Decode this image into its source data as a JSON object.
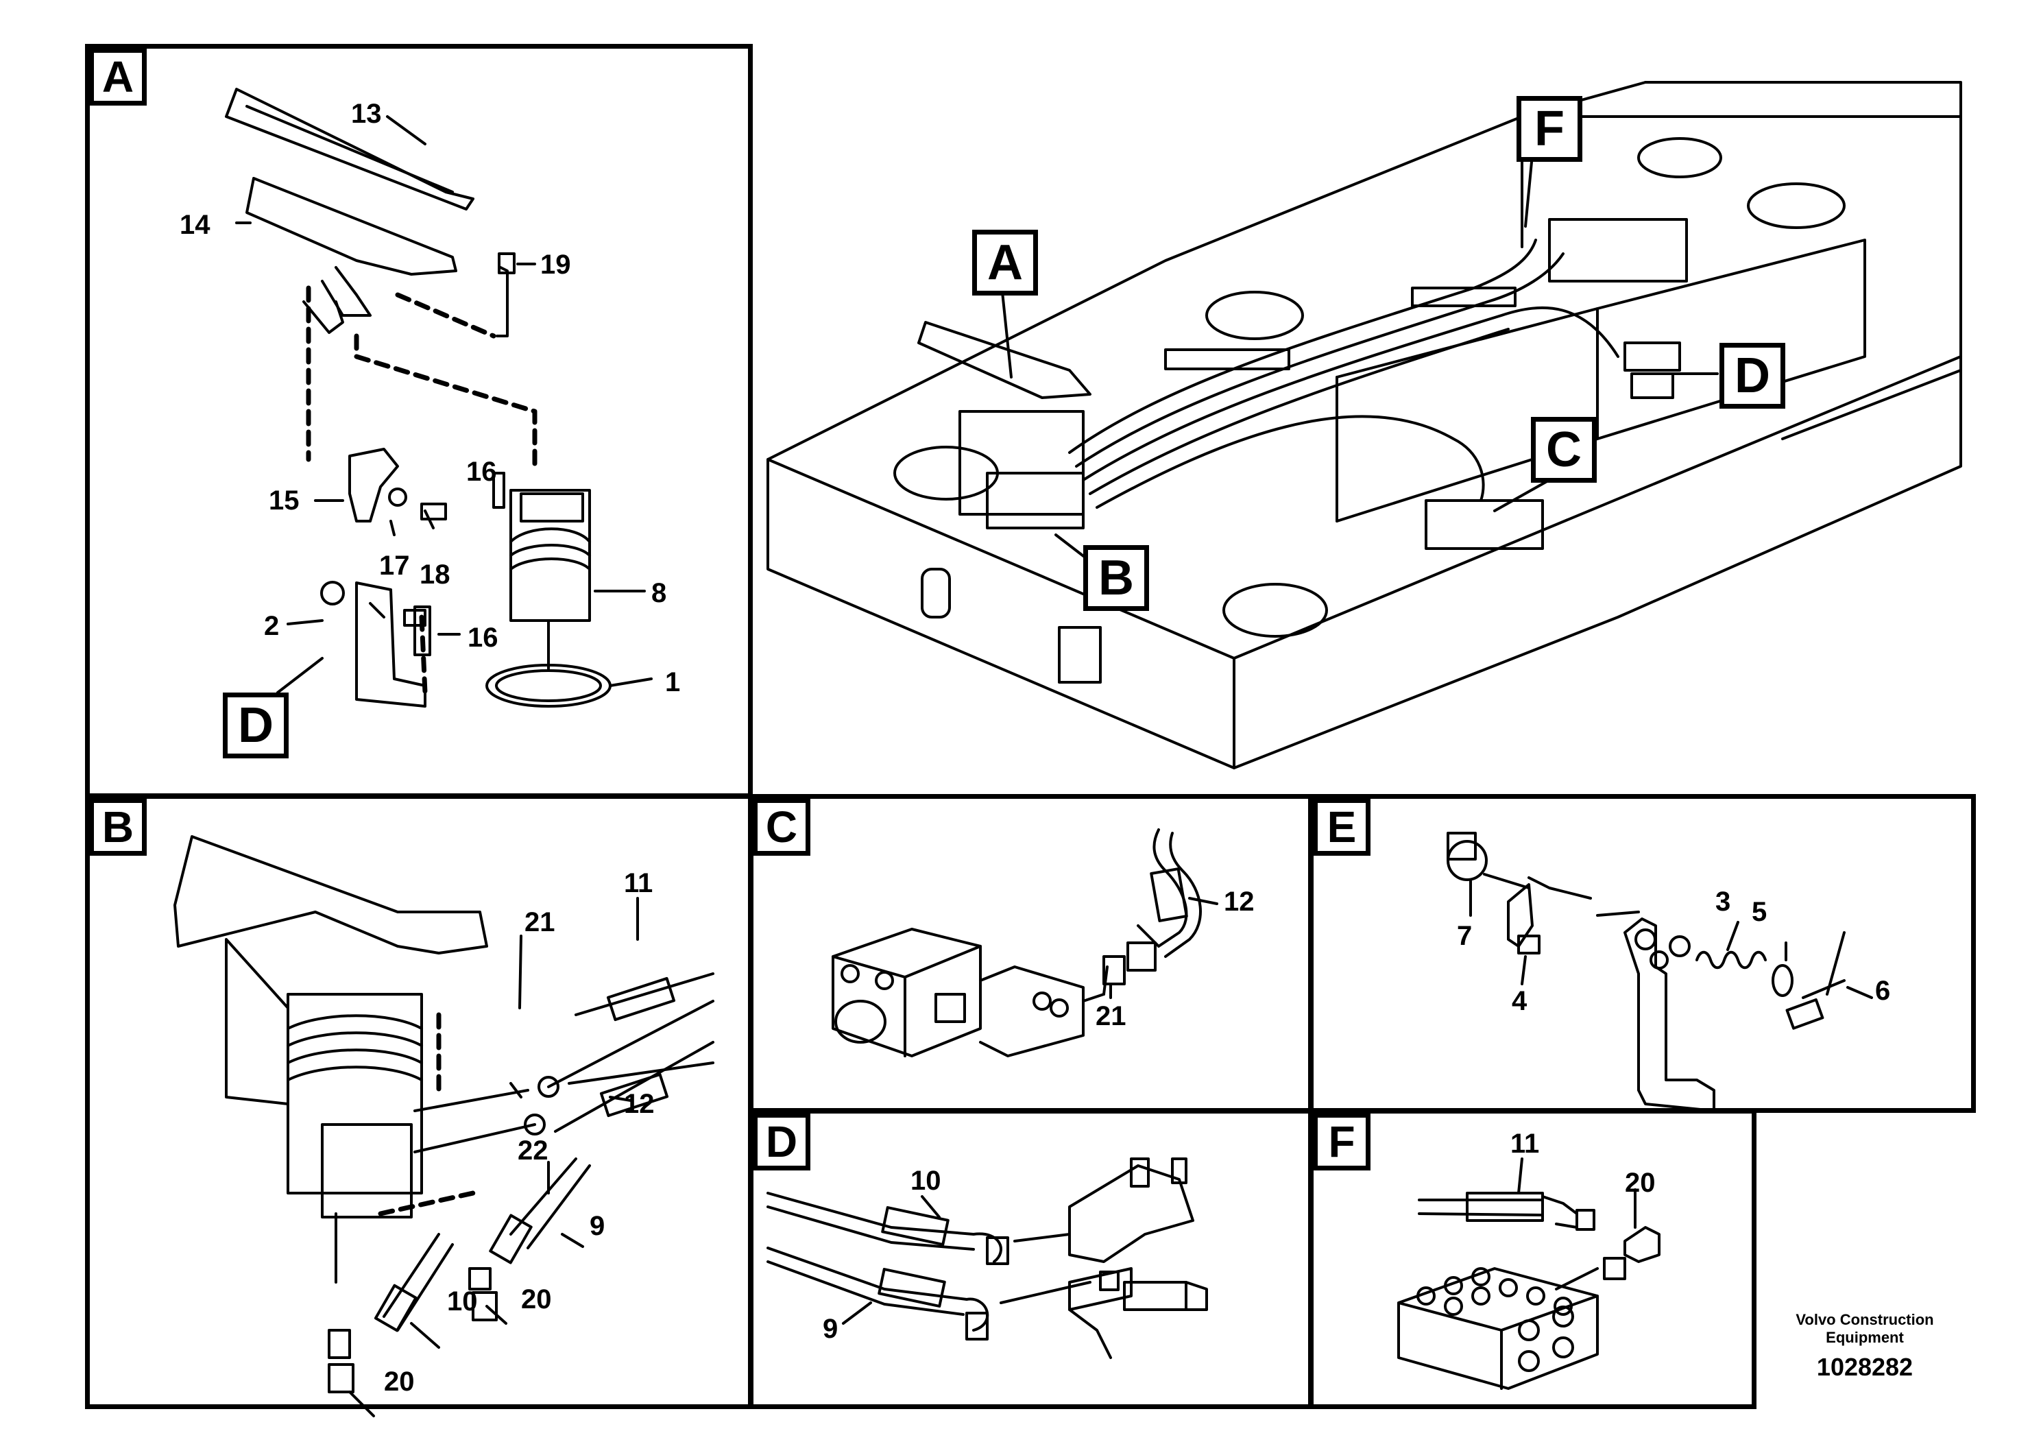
{
  "panels": {
    "A": {
      "label": "A",
      "callouts": {
        "n13": "13",
        "n14": "14",
        "n19": "19",
        "n16a": "16",
        "n15": "15",
        "n17": "17",
        "n18": "18",
        "n8": "8",
        "n2": "2",
        "n16b": "16",
        "n1": "1",
        "d": "D"
      }
    },
    "B": {
      "label": "B",
      "callouts": {
        "n21": "21",
        "n11": "11",
        "n12": "12",
        "n22": "22",
        "n9": "9",
        "n10": "10",
        "n20a": "20",
        "n20b": "20"
      }
    },
    "C": {
      "label": "C",
      "callouts": {
        "n12": "12",
        "n21": "21"
      }
    },
    "D": {
      "label": "D",
      "callouts": {
        "n10": "10",
        "n9": "9"
      }
    },
    "E": {
      "label": "E",
      "callouts": {
        "n7": "7",
        "n4": "4",
        "n3": "3",
        "n5": "5",
        "n6": "6"
      }
    },
    "F": {
      "label": "F",
      "callouts": {
        "n11": "11",
        "n20": "20"
      }
    }
  },
  "overview": {
    "callouts": {
      "A": "A",
      "B": "B",
      "C": "C",
      "D": "D",
      "F": "F"
    }
  },
  "credit": {
    "line1": "Volvo Construction",
    "line2": "Equipment",
    "doc_number": "1028282"
  }
}
